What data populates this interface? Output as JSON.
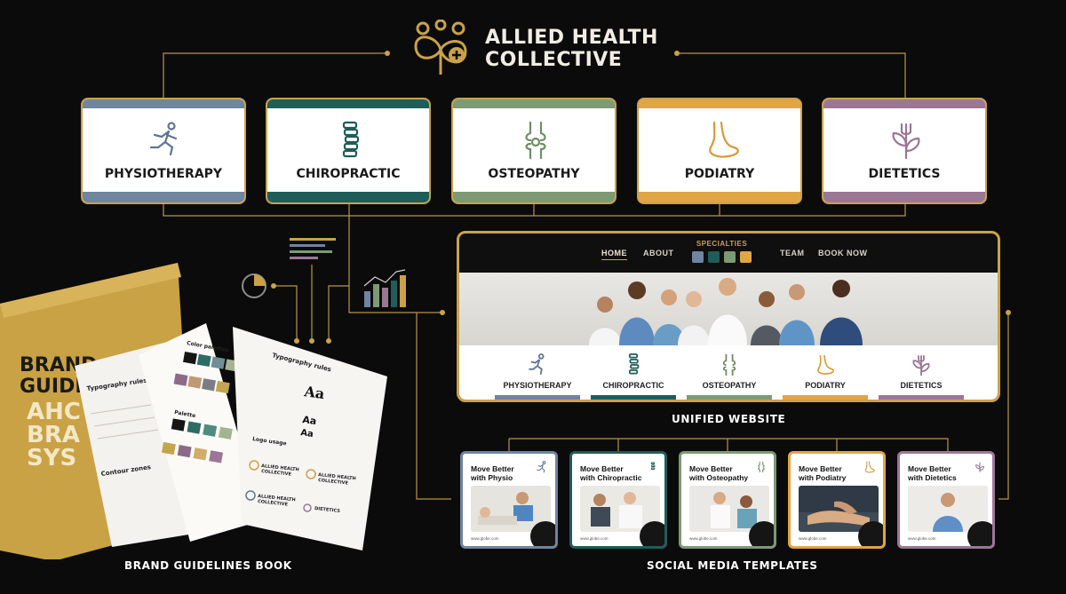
{
  "brand": {
    "name_line1": "ALLIED HEALTH",
    "name_line2": "COLLECTIVE",
    "accent": "#c9a24a"
  },
  "specialties": [
    {
      "label": "PHYSIOTHERAPY",
      "icon": "running-person-icon",
      "color": "#6f85a0"
    },
    {
      "label": "CHIROPRACTIC",
      "icon": "spine-icon",
      "color": "#1f5d5a"
    },
    {
      "label": "OSTEOPATHY",
      "icon": "knee-joint-icon",
      "color": "#7d9a74"
    },
    {
      "label": "PODIATRY",
      "icon": "foot-icon",
      "color": "#e0a643"
    },
    {
      "label": "DIETETICS",
      "icon": "leaf-fork-icon",
      "color": "#9b7795"
    }
  ],
  "website": {
    "nav": [
      "HOME",
      "ABOUT",
      "TEAM",
      "BOOK NOW"
    ],
    "specialties_label": "SPECIALTIES",
    "categories": [
      "PHYSIOTHERAPY",
      "CHIROPRACTIC",
      "OSTEOPATHY",
      "PODIATRY",
      "DIETETICS"
    ],
    "caption": "UNIFIED WEBSITE"
  },
  "social": {
    "caption": "SOCIAL MEDIA TEMPLATES",
    "url": "www.globe.com",
    "posts": [
      {
        "line1": "Move Better",
        "line2": "with Physio"
      },
      {
        "line1": "Move Better",
        "line2": "with Chiropractic"
      },
      {
        "line1": "Move Better",
        "line2": "with Osteopathy"
      },
      {
        "line1": "Move Better",
        "line2": "with Podiatry"
      },
      {
        "line1": "Move Better",
        "line2": "with Dietetics"
      }
    ]
  },
  "book": {
    "caption": "BRAND GUIDELINES BOOK",
    "cover_line1": "BRAND",
    "cover_line2": "GUIDELINES",
    "cover_sub1": "AHC",
    "cover_sub2": "BRA",
    "cover_sub3": "SYS",
    "page_color_palette": "Color palettes",
    "page_palette": "Palette",
    "page_typography": "Typography rules",
    "page_typography_left": "Typography rules",
    "page_logo_usage": "Logo usage",
    "page_contour": "Contour zones",
    "type_sample": "Aa",
    "logo_line1": "ALLIED HEALTH",
    "logo_line2": "COLLECTIVE",
    "logo_dietetics": "DIETETICS"
  }
}
